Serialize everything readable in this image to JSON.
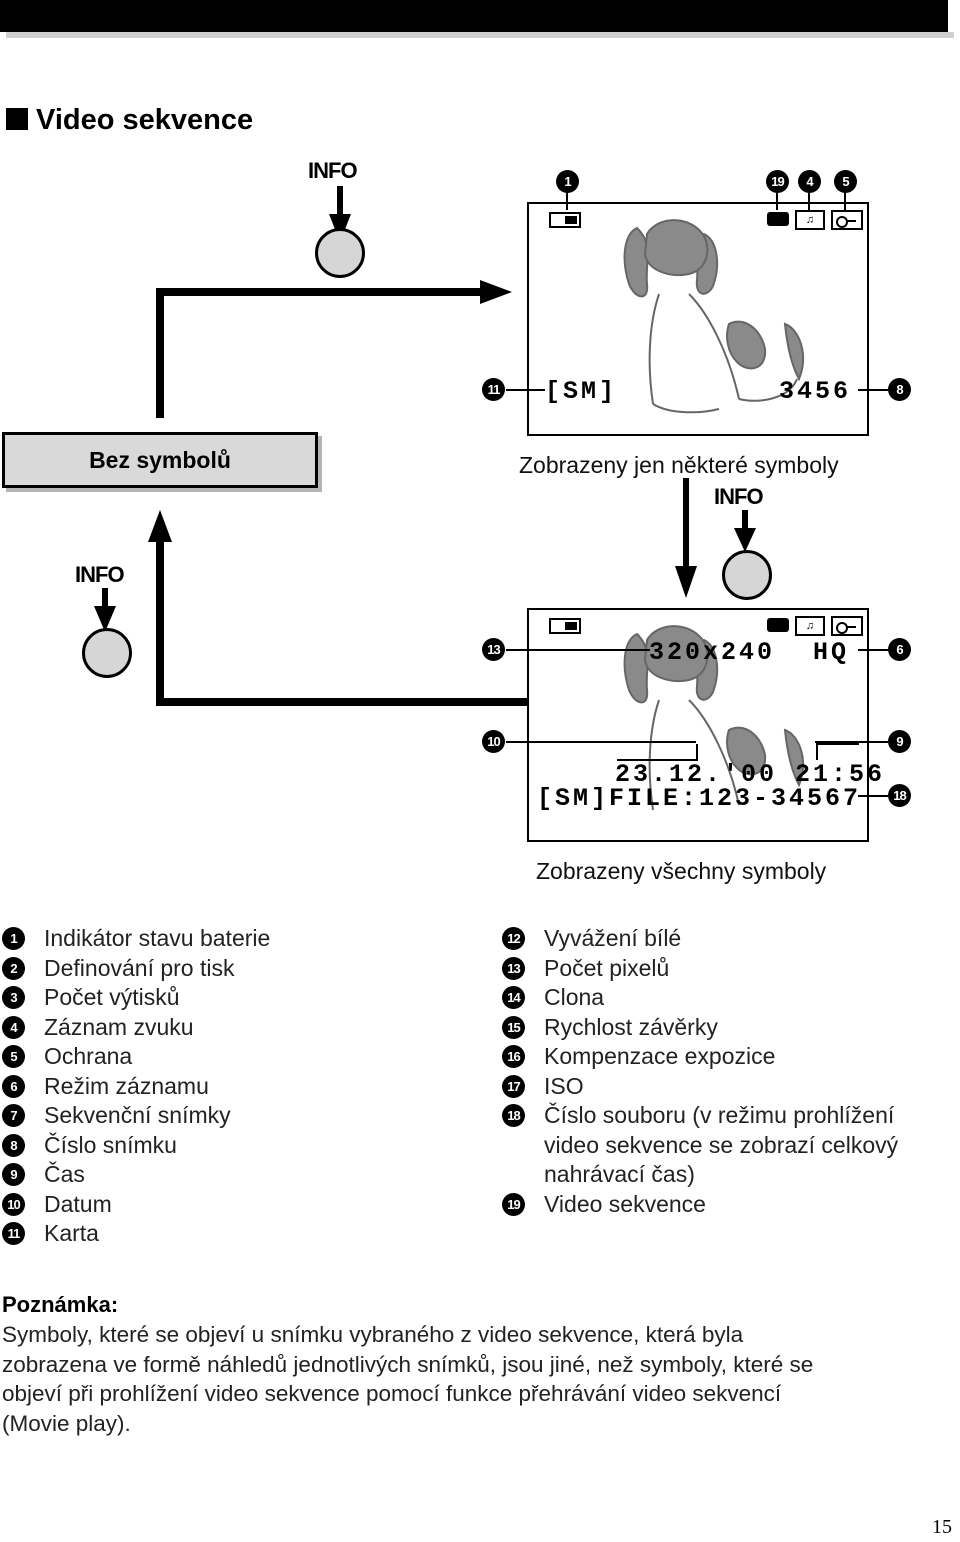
{
  "section_title": "Video sekvence",
  "info_label": "INFO",
  "bez_symbolu": "Bez symbolů",
  "caption_some": "Zobrazeny jen některé symboly",
  "caption_all": "Zobrazeny všechny symboly",
  "screen1": {
    "card": "[SM]",
    "frame_no": "3456"
  },
  "screen2": {
    "resolution": "320x240",
    "quality": "HQ",
    "datetime": "23.12.'00 21:56",
    "file": "[SM]FILE:123-34567"
  },
  "callouts": {
    "c1": "1",
    "c19": "19",
    "c4": "4",
    "c5": "5",
    "c11": "11",
    "c8": "8",
    "c13": "13",
    "c6": "6",
    "c10": "10",
    "c9": "9",
    "c18": "18"
  },
  "legend_left": [
    {
      "n": "1",
      "text": "Indikátor stavu baterie"
    },
    {
      "n": "2",
      "text": "Definování pro tisk"
    },
    {
      "n": "3",
      "text": "Počet výtisků"
    },
    {
      "n": "4",
      "text": "Záznam zvuku"
    },
    {
      "n": "5",
      "text": "Ochrana"
    },
    {
      "n": "6",
      "text": "Režim záznamu"
    },
    {
      "n": "7",
      "text": "Sekvenční snímky"
    },
    {
      "n": "8",
      "text": "Číslo snímku"
    },
    {
      "n": "9",
      "text": "Čas"
    },
    {
      "n": "10",
      "text": "Datum"
    },
    {
      "n": "11",
      "text": "Karta"
    }
  ],
  "legend_right": [
    {
      "n": "12",
      "text": "Vyvážení bílé"
    },
    {
      "n": "13",
      "text": "Počet pixelů"
    },
    {
      "n": "14",
      "text": "Clona"
    },
    {
      "n": "15",
      "text": "Rychlost závěrky"
    },
    {
      "n": "16",
      "text": "Kompenzace expozice"
    },
    {
      "n": "17",
      "text": "ISO"
    },
    {
      "n": "18",
      "text": "Číslo souboru (v režimu prohlížení\nvideo sekvence se zobrazí celkový\nnahrávací čas)"
    },
    {
      "n": "19",
      "text": "Video sekvence"
    }
  ],
  "note": {
    "title": "Poznámka:",
    "line1": "Symboly, které se objeví u snímku vybraného z video sekvence, která byla",
    "line2": "zobrazena ve formě náhledů jednotlivých snímků, jsou jiné, než symboly, které se",
    "line3": "objeví při prohlížení video sekvence pomocí funkce přehrávání video sekvencí",
    "line4": "(Movie play)."
  },
  "page_number": "15"
}
